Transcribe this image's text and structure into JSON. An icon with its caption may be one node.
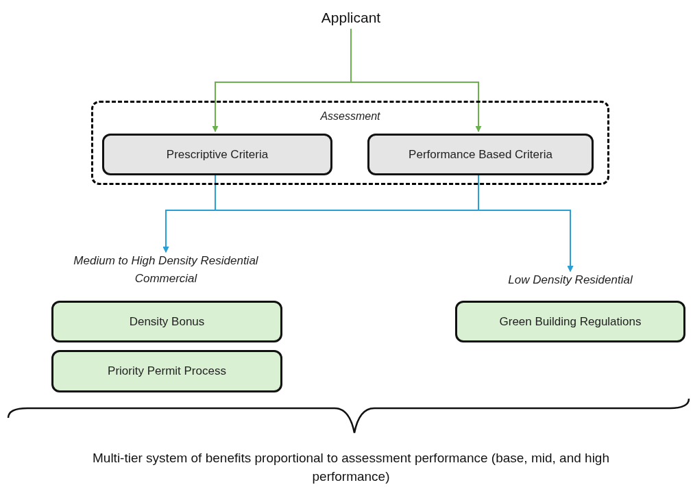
{
  "diagram": {
    "nodes": [
      {
        "text": [
          "Applicant"
        ]
      },
      {
        "text": [
          "Assessment"
        ]
      },
      {
        "text": [
          "Prescriptive Criteria"
        ],
        "in": 1
      },
      {
        "text": [
          "Performance Based Criteria"
        ],
        "in": 1
      },
      {
        "text": [
          "Medium to High Density Residential Commercial"
        ]
      },
      {
        "text": [
          "Low Density Residential"
        ]
      },
      {
        "text": [
          "Density Bonus"
        ]
      },
      {
        "text": [
          "Priority Permit Process"
        ]
      },
      {
        "text": [
          "Green Building Regulations"
        ]
      }
    ],
    "edges": [
      {
        "from": 0,
        "to": 2,
        "arrow": "to",
        "color": "#6ab04c"
      },
      {
        "from": 0,
        "to": 3,
        "arrow": "to",
        "color": "#6ab04c"
      },
      {
        "from": 2,
        "to": 4,
        "arrow": "to"
      },
      {
        "from": 2,
        "to": 5,
        "arrow": "to"
      },
      {
        "from": 3,
        "to": 4,
        "arrow": "to"
      },
      {
        "from": 3,
        "to": 5,
        "arrow": "to"
      }
    ],
    "labels": [
      "Multi-tier system of benefits proportional to assessment performance (base, mid, and high performance)"
    ]
  }
}
